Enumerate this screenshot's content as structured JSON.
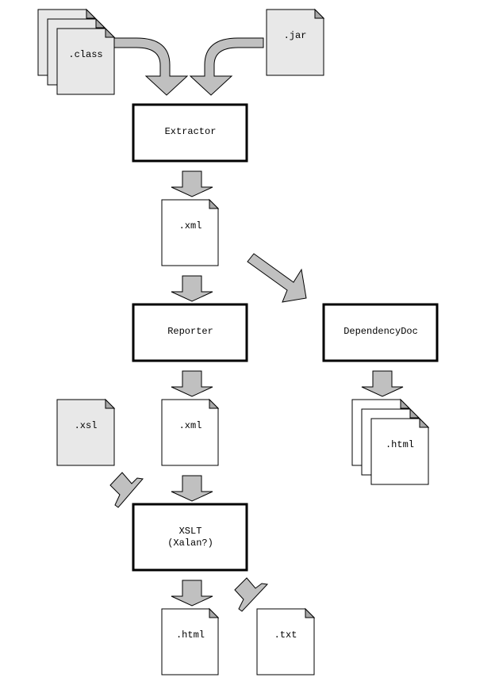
{
  "colors": {
    "background": "#ffffff",
    "stroke": "#000000",
    "arrow_fill": "#c0c0c0",
    "input_doc_fill": "#e8e8e8",
    "output_doc_fill": "#ffffff",
    "corner_fill": "#a8a8a8"
  },
  "inputs": {
    "class_label": ".class",
    "jar_label": ".jar",
    "xsl_label": ".xsl"
  },
  "intermediate": {
    "xml_extract_label": ".xml",
    "xml_report_label": ".xml"
  },
  "processes": {
    "extractor": "Extractor",
    "reporter": "Reporter",
    "dependency_doc": "DependencyDoc",
    "xslt_line1": "XSLT",
    "xslt_line2": "(Xalan?)"
  },
  "outputs": {
    "dep_html_label": ".html",
    "html_label": ".html",
    "txt_label": ".txt"
  }
}
